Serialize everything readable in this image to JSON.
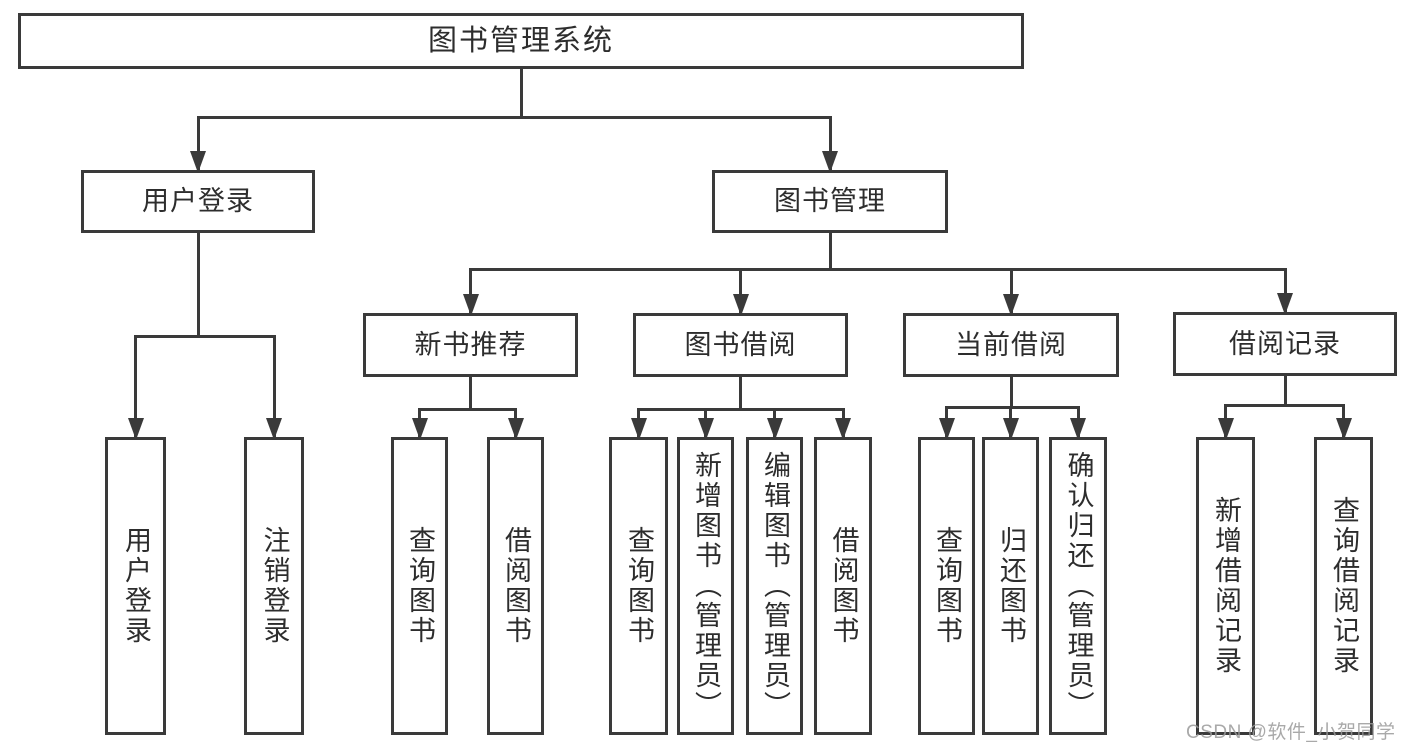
{
  "diagram": {
    "type": "tree",
    "title": "图书管理系统",
    "watermark": "CSDN @软件_小贺同学",
    "colors": {
      "line": "#3a3a3a",
      "text": "#2d2d2d",
      "box_fill": "#ffffff",
      "background": "#ffffff",
      "watermark": "#9b9b9b"
    },
    "nodes": [
      {
        "id": "root",
        "label": "图书管理系统",
        "level": 0,
        "orientation": "horizontal",
        "children": [
          "user-login",
          "book-mgmt"
        ]
      },
      {
        "id": "user-login",
        "label": "用户登录",
        "level": 1,
        "orientation": "horizontal",
        "children": [
          "ul-login",
          "ul-logout"
        ]
      },
      {
        "id": "book-mgmt",
        "label": "图书管理",
        "level": 1,
        "orientation": "horizontal",
        "children": [
          "new-book",
          "book-borrow",
          "current-borrow",
          "borrow-records"
        ]
      },
      {
        "id": "new-book",
        "label": "新书推荐",
        "level": 2,
        "orientation": "horizontal",
        "children": [
          "nb-query",
          "nb-borrow"
        ]
      },
      {
        "id": "book-borrow",
        "label": "图书借阅",
        "level": 2,
        "orientation": "horizontal",
        "children": [
          "bb-query",
          "bb-add",
          "bb-edit",
          "bb-borrow"
        ]
      },
      {
        "id": "current-borrow",
        "label": "当前借阅",
        "level": 2,
        "orientation": "horizontal",
        "children": [
          "cb-query",
          "cb-return",
          "cb-confirm"
        ]
      },
      {
        "id": "borrow-records",
        "label": "借阅记录",
        "level": 2,
        "orientation": "horizontal",
        "children": [
          "br-add",
          "br-query"
        ]
      },
      {
        "id": "ul-login",
        "label": "用户登录",
        "level": 3,
        "orientation": "vertical",
        "children": []
      },
      {
        "id": "ul-logout",
        "label": "注销登录",
        "level": 3,
        "orientation": "vertical",
        "children": []
      },
      {
        "id": "nb-query",
        "label": "查询图书",
        "level": 3,
        "orientation": "vertical",
        "children": []
      },
      {
        "id": "nb-borrow",
        "label": "借阅图书",
        "level": 3,
        "orientation": "vertical",
        "children": []
      },
      {
        "id": "bb-query",
        "label": "查询图书",
        "level": 3,
        "orientation": "vertical",
        "children": []
      },
      {
        "id": "bb-add",
        "label": "新增图书（管理员）",
        "level": 3,
        "orientation": "vertical",
        "children": []
      },
      {
        "id": "bb-edit",
        "label": "编辑图书（管理员）",
        "level": 3,
        "orientation": "vertical",
        "children": []
      },
      {
        "id": "bb-borrow",
        "label": "借阅图书",
        "level": 3,
        "orientation": "vertical",
        "children": []
      },
      {
        "id": "cb-query",
        "label": "查询图书",
        "level": 3,
        "orientation": "vertical",
        "children": []
      },
      {
        "id": "cb-return",
        "label": "归还图书",
        "level": 3,
        "orientation": "vertical",
        "children": []
      },
      {
        "id": "cb-confirm",
        "label": "确认归还（管理员）",
        "level": 3,
        "orientation": "vertical",
        "children": []
      },
      {
        "id": "br-add",
        "label": "新增借阅记录",
        "level": 3,
        "orientation": "vertical",
        "children": []
      },
      {
        "id": "br-query",
        "label": "查询借阅记录",
        "level": 3,
        "orientation": "vertical",
        "children": []
      }
    ]
  }
}
